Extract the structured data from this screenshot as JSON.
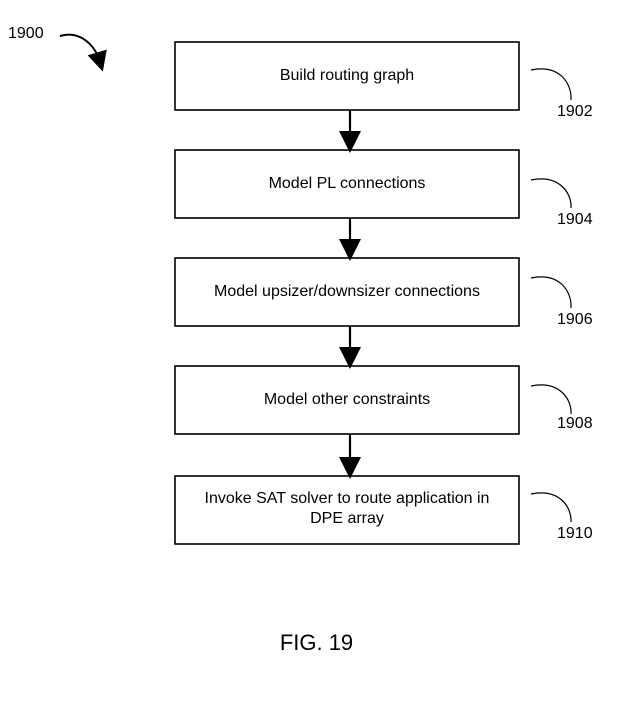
{
  "figure": {
    "number": "1900",
    "caption": "FIG. 19"
  },
  "steps": [
    {
      "label": "Build routing graph",
      "ref": "1902"
    },
    {
      "label": "Model PL connections",
      "ref": "1904"
    },
    {
      "label": "Model upsizer/downsizer connections",
      "ref": "1906"
    },
    {
      "label": "Model other constraints",
      "ref": "1908"
    },
    {
      "label": "Invoke SAT solver to route application in DPE array",
      "ref": "1910"
    }
  ]
}
